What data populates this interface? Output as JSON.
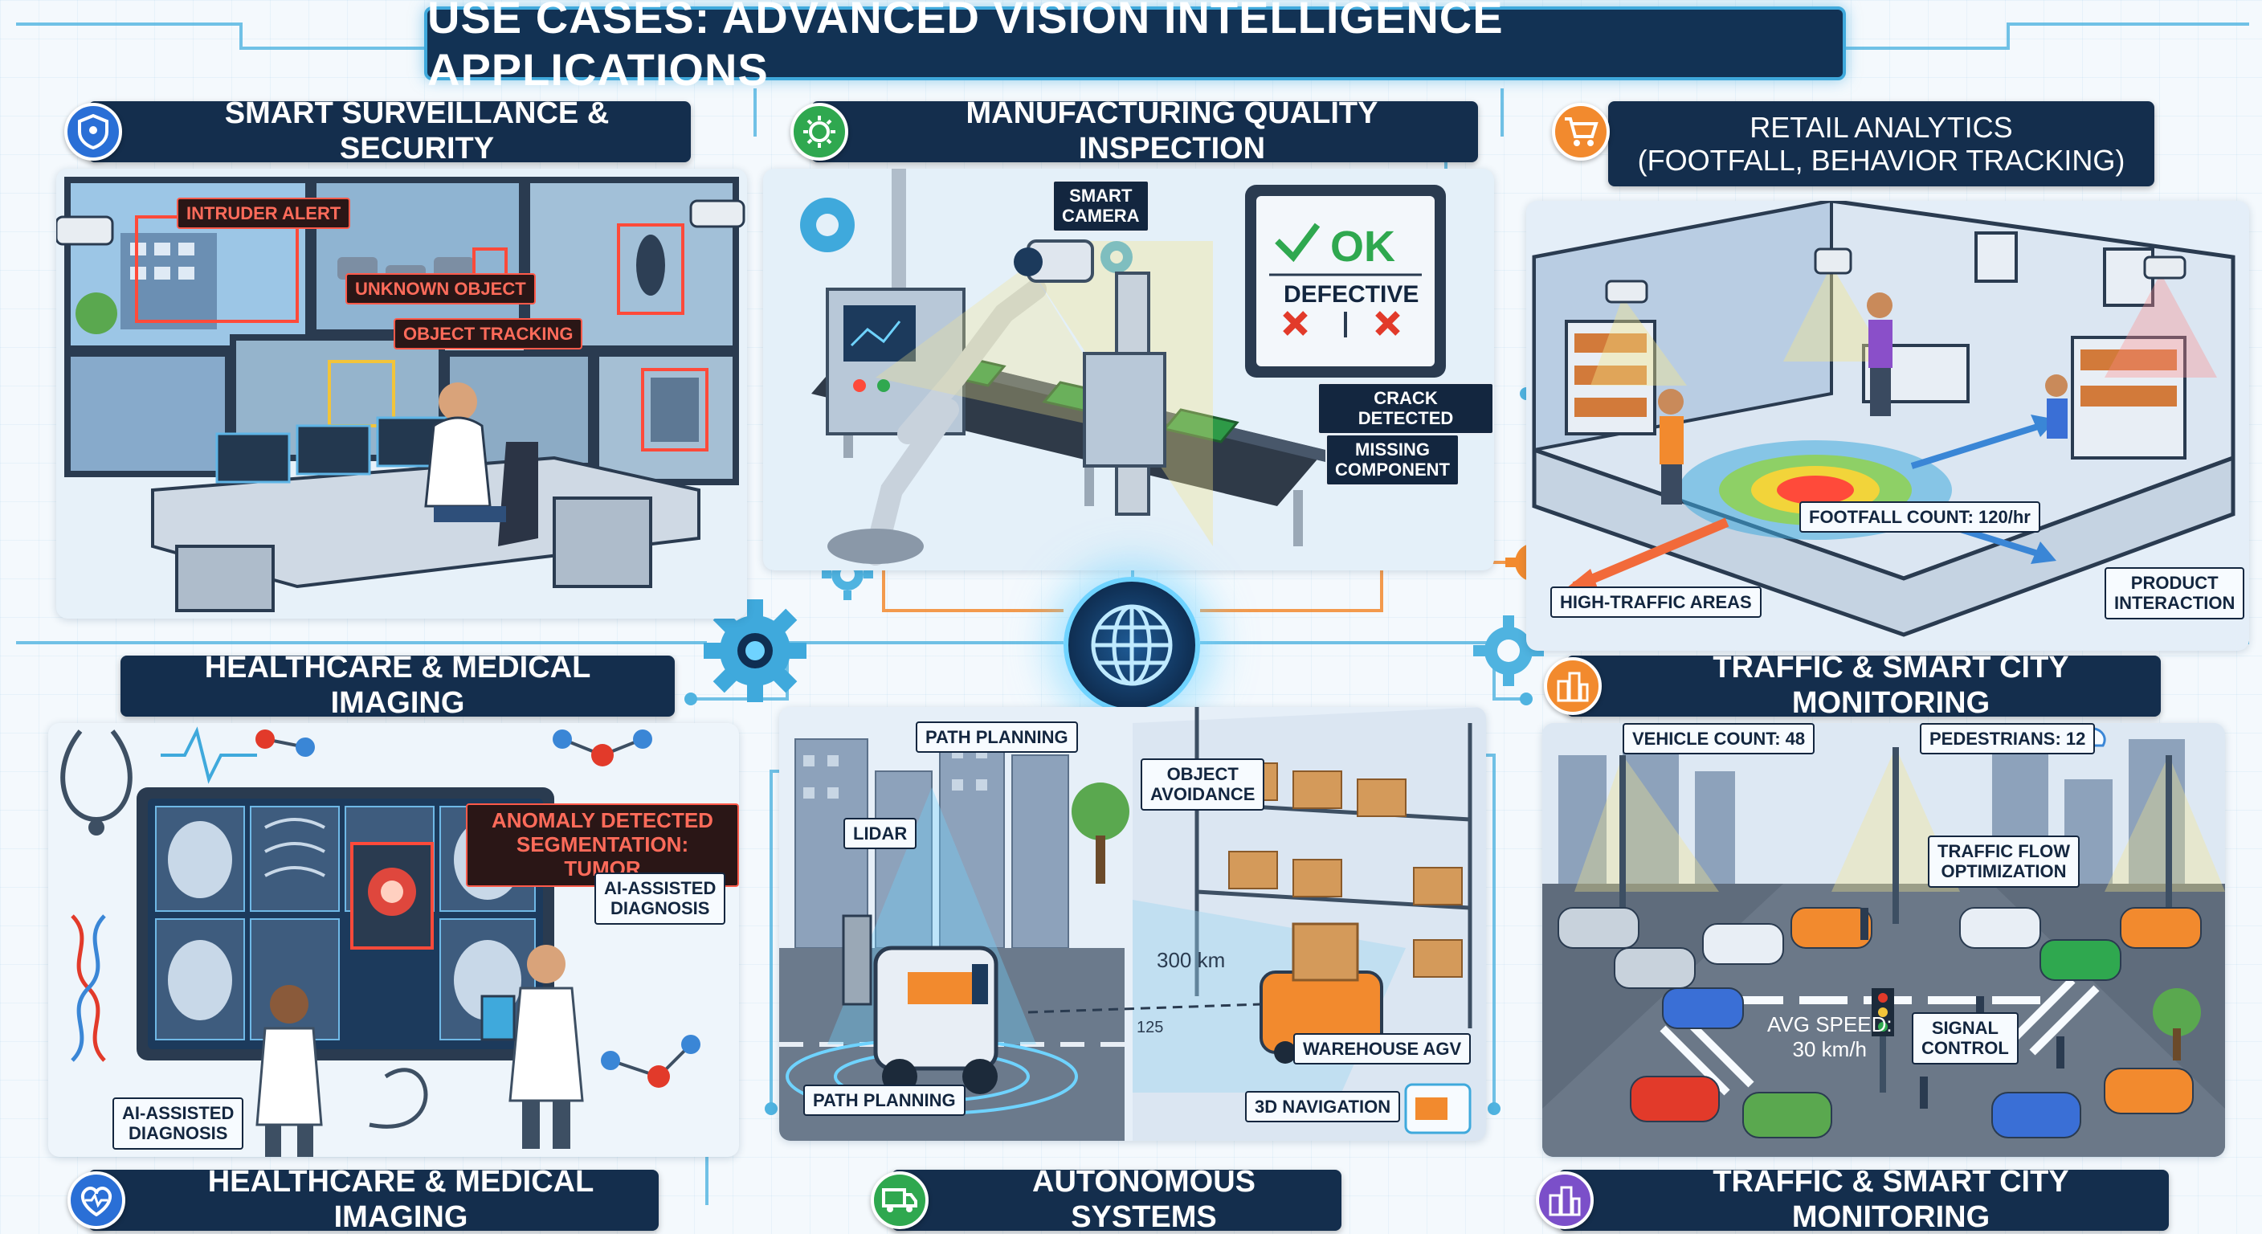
{
  "title": "USE CASES: ADVANCED VISION INTELLIGENCE APPLICATIONS",
  "colors": {
    "navy": "#142e4d",
    "accent_cyan": "#3fa9dc",
    "alert_red": "#ff5a4a",
    "ok_green": "#2fa84f",
    "orange": "#f28a2e",
    "purple": "#7b4fc9"
  },
  "sections": {
    "surveillance": {
      "title": "SMART SURVEILLANCE & SECURITY",
      "icon": "shield-icon",
      "labels": {
        "intruder": "INTRUDER ALERT",
        "unknown": "UNKNOWN OBJECT",
        "tracking": "OBJECT TRACKING"
      }
    },
    "manufacturing": {
      "title": "MANUFACTURING QUALITY INSPECTION",
      "icon": "gear-icon",
      "labels": {
        "camera": "SMART\nCAMERA",
        "ok": "OK",
        "defective": "DEFECTIVE",
        "crack": "CRACK DETECTED",
        "missing": "MISSING\nCOMPONENT"
      }
    },
    "retail": {
      "title": "RETAIL ANALYTICS\n(FOOTFALL, BEHAVIOR TRACKING)",
      "icon": "cart-icon",
      "labels": {
        "footfall": "FOOTFALL COUNT: 120/hr",
        "high_traffic": "HIGH-TRAFFIC AREAS",
        "product": "PRODUCT\nINTERACTION"
      }
    },
    "healthcare": {
      "title_top": "HEALTHCARE & MEDICAL IMAGING",
      "title_bottom": "HEALTHCARE & MEDICAL IMAGING",
      "icon": "heartbeat-icon",
      "labels": {
        "anomaly": "ANOMALY DETECTED\nSEGMENTATION: TUMOR",
        "ai_diag_right": "AI-ASSISTED\nDIAGNOSIS",
        "ai_diag_left": "AI-ASSISTED\nDIAGNOSIS"
      }
    },
    "autonomous": {
      "title": "AUTONOMOUS SYSTEMS",
      "icon": "truck-icon",
      "labels": {
        "path_top": "PATH PLANNING",
        "lidar": "LIDAR",
        "avoidance": "OBJECT\nAVOIDANCE",
        "distance": "300 km",
        "scale": "125",
        "agv": "WAREHOUSE AGV",
        "path_bottom": "PATH PLANNING",
        "nav3d": "3D NAVIGATION"
      }
    },
    "traffic": {
      "title_top": "TRAFFIC & SMART CITY MONITORING",
      "title_bottom": "TRAFFIC & SMART CITY MONITORING",
      "icon": "city-icon",
      "labels": {
        "vehicles": "VEHICLE COUNT: 48",
        "pedestrians": "PEDESTRIANS: 12",
        "flow": "TRAFFIC FLOW\nOPTIMIZATION",
        "speed": "AVG SPEED:\n30 km/h",
        "signal": "SIGNAL\nCONTROL"
      }
    }
  }
}
